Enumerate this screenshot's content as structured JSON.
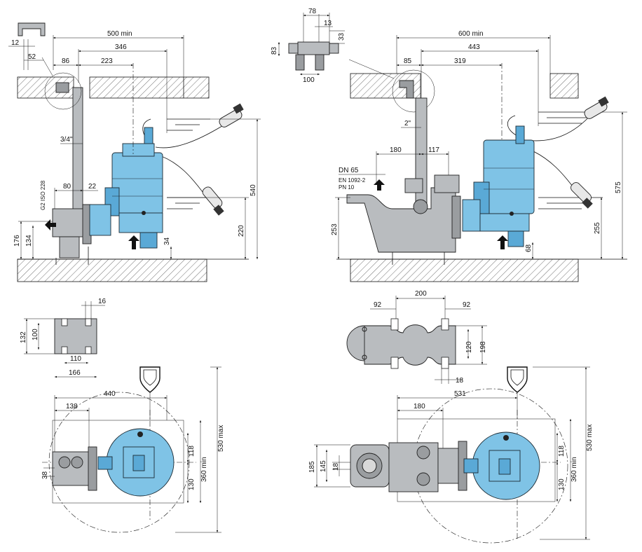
{
  "drawings": {
    "top_left": {
      "dims": {
        "d12": "12",
        "d52": "52",
        "d500min": "500 min",
        "d346": "346",
        "d86": "86",
        "d223": "223",
        "d34in": "3/4\"",
        "d80": "80",
        "d22": "22",
        "g2": "G2 ISO 228",
        "d176": "176",
        "d134": "134",
        "d34": "34",
        "d220": "220",
        "d540": "540"
      }
    },
    "top_right": {
      "dims": {
        "d78": "78",
        "d13": "13",
        "d33": "33",
        "d83": "83",
        "d100": "100",
        "d600min": "600 min",
        "d443": "443",
        "d85": "85",
        "d319": "319",
        "d2in": "2\"",
        "d180": "180",
        "d117": "117",
        "dn65": "DN 65",
        "en": "EN 1092-2",
        "pn": "PN 10",
        "d253": "253",
        "d68": "68",
        "d255": "255",
        "d575": "575"
      }
    },
    "bottom_left": {
      "dims": {
        "d16": "16",
        "d132": "132",
        "d100": "100",
        "d110": "110",
        "d166": "166",
        "d440": "440",
        "d138": "138",
        "d38": "38",
        "d118": "118",
        "d130": "130",
        "d360min": "360 min",
        "d530max": "530 max"
      }
    },
    "bottom_right": {
      "dims": {
        "d200": "200",
        "d92a": "92",
        "d92b": "92",
        "d120": "120",
        "d198": "198",
        "d18a": "18",
        "d531": "531",
        "d180": "180",
        "d185": "185",
        "d145": "145",
        "d18b": "18",
        "d118": "118",
        "d130": "130",
        "d360min": "360 min",
        "d530max": "530 max"
      }
    }
  },
  "colors": {
    "pump_body": "#7fc3e6",
    "pump_dark": "#5aa9d6",
    "steel": "#b9bcbf",
    "line": "#111111"
  }
}
